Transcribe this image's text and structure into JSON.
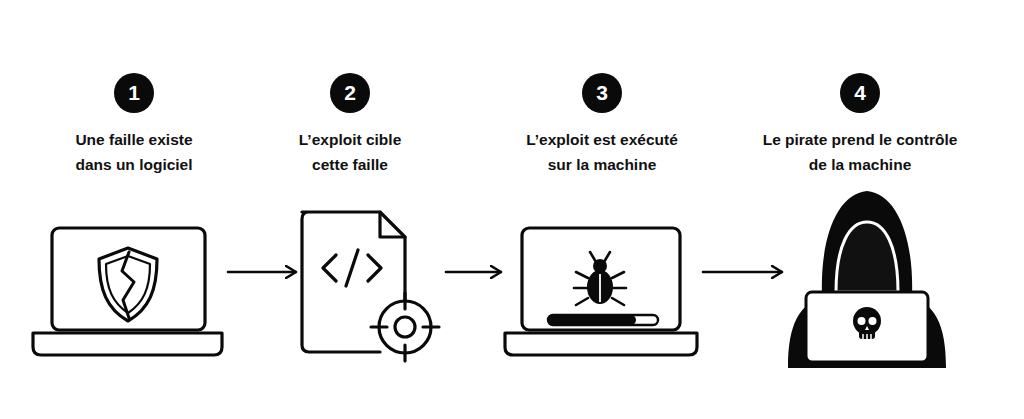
{
  "diagram": {
    "nodes": [
      {
        "text": [
          "1",
          "Une faille existe dans un logiciel"
        ]
      },
      {
        "text": [
          "2",
          "L’exploit cible cette faille"
        ]
      },
      {
        "text": [
          "3",
          "L’exploit est exécuté sur la machine"
        ]
      },
      {
        "text": [
          "4",
          "Le pirate prend le contrôle de la machine"
        ]
      }
    ],
    "edges": [
      {
        "from": 0,
        "to": 1,
        "arrow": "to"
      },
      {
        "from": 1,
        "to": 2,
        "arrow": "to"
      },
      {
        "from": 2,
        "to": 3,
        "arrow": "to"
      }
    ]
  }
}
